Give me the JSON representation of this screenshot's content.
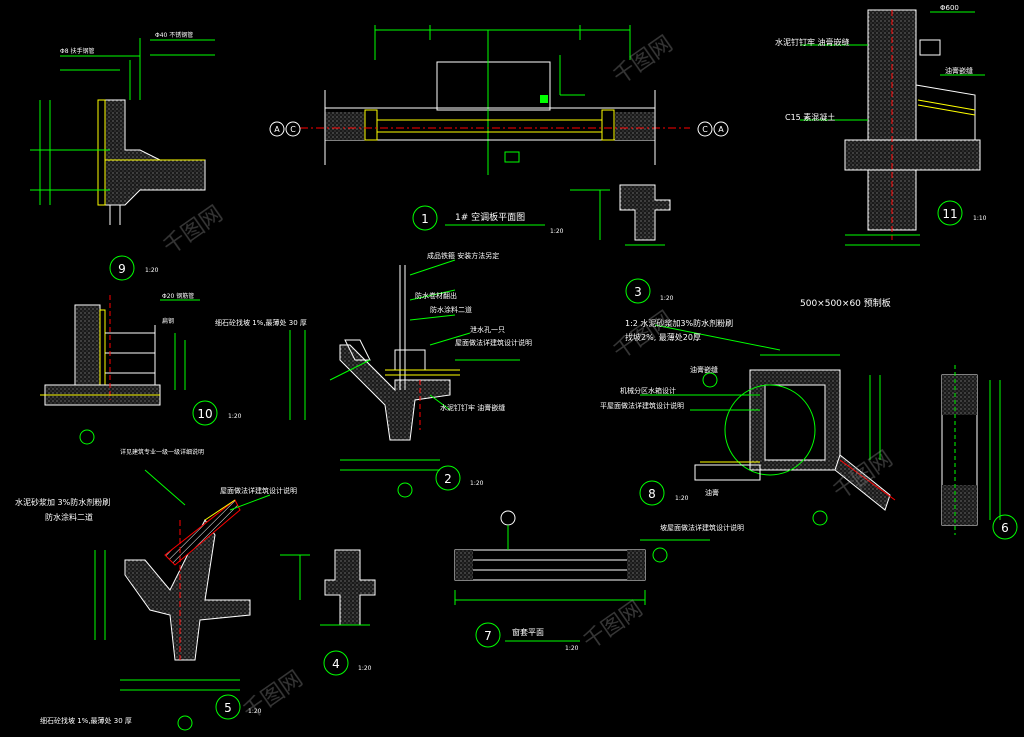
{
  "colors": {
    "background": "#000000",
    "green": "#00ff00",
    "yellow": "#ffff00",
    "cyan": "#00ffff",
    "white": "#ffffff",
    "red": "#ff0000",
    "gray": "#9a9a9a",
    "watermark": "#3a3a3a"
  },
  "details": [
    {
      "number": "1",
      "title": "1# 空调板平面图",
      "scale": "1:20"
    },
    {
      "number": "2",
      "scale": "1:20"
    },
    {
      "number": "3",
      "scale": "1:20"
    },
    {
      "number": "4",
      "scale": "1:20"
    },
    {
      "number": "5",
      "scale": "1:20"
    },
    {
      "number": "6"
    },
    {
      "number": "7",
      "title": "窗套平面",
      "scale": "1:20"
    },
    {
      "number": "8",
      "scale": "1:20"
    },
    {
      "number": "9",
      "scale": "1:20"
    },
    {
      "number": "10",
      "scale": "1:20"
    },
    {
      "number": "11",
      "scale": "1:10"
    }
  ],
  "grid_axes": {
    "left": [
      "A",
      "C"
    ],
    "right": [
      "C",
      "A"
    ]
  },
  "annotations": {
    "d11_left_top": "水泥钉钉牢 油膏嵌缝",
    "d11_left_mid": "C15 素混凝土",
    "d11_top": "Φ600",
    "d11_right": "油膏嵌缝",
    "d2_top": "成品铁箍 安装方法另定",
    "d2_a": "防水卷材翻出",
    "d2_b": "防水涂料二道",
    "d2_c": "泄水孔一只",
    "d2_d": "屋面做法详建筑设计说明",
    "d2_e": "细石砼找坡 1%,最薄处 30 厚",
    "d2_f": "水泥钉钉牢 油膏嵌缝",
    "d10_a": "Φ20 钢筋管",
    "d10_b": "扁钢",
    "d8_title": "500×500×60 预制板",
    "d8_a": "1:2 水泥砂浆加3%防水剂粉刷",
    "d8_b": "找坡2%, 最薄处20厚",
    "d8_c": "油膏嵌缝",
    "d8_d": "机械分区水箱设计",
    "d8_e": "平屋面做法详建筑设计说明",
    "d8_f": "坡屋面做法详建筑设计说明",
    "d8_g": "油膏",
    "d5_a": "详见建筑专业一级一级详细说明",
    "d5_b": "水泥砂浆加 3%防水剂粉刷",
    "d5_c": "防水涂料二道",
    "d5_d": "屋面做法详建筑设计说明",
    "d5_e": "细石砼找坡 1%,最薄处 30 厚",
    "d9_a": "Φ8 扶手钢管",
    "d9_b": "Φ40 不锈钢管"
  },
  "watermark": "千图网"
}
